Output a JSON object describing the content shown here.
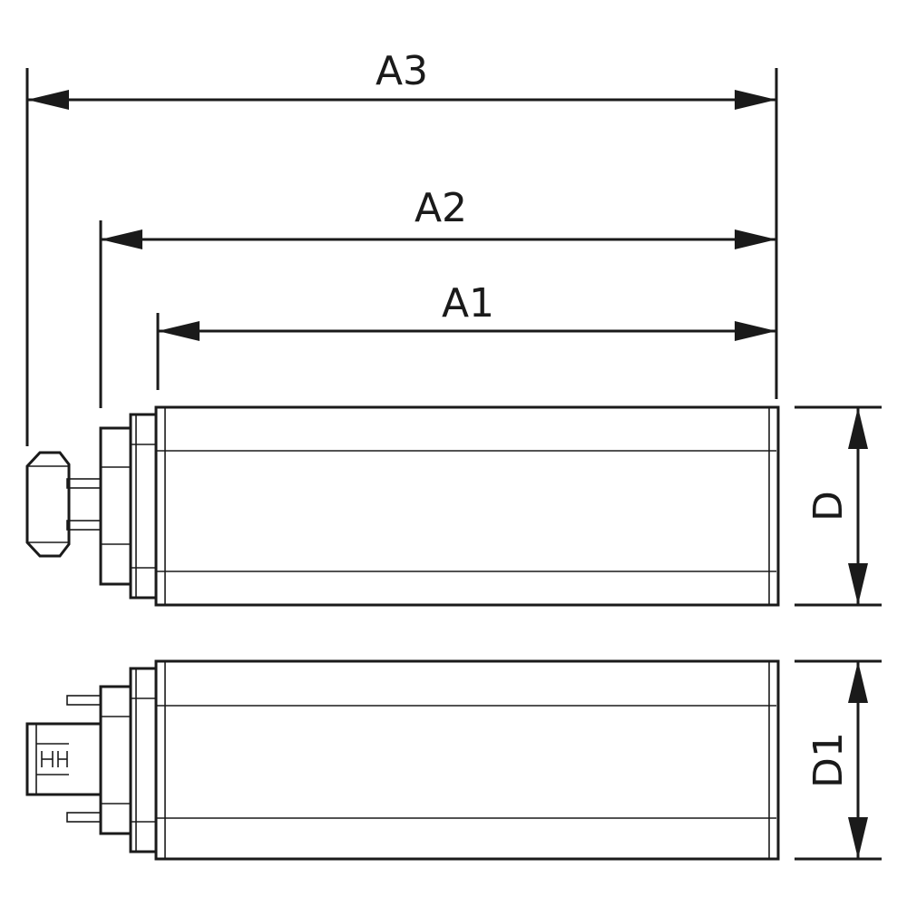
{
  "dimensions": {
    "a3_label": "A3",
    "a2_label": "A2",
    "a1_label": "A1",
    "d_label": "D",
    "d1_label": "D1"
  },
  "colors": {
    "line": "#1a1a1a",
    "background": "#ffffff"
  }
}
